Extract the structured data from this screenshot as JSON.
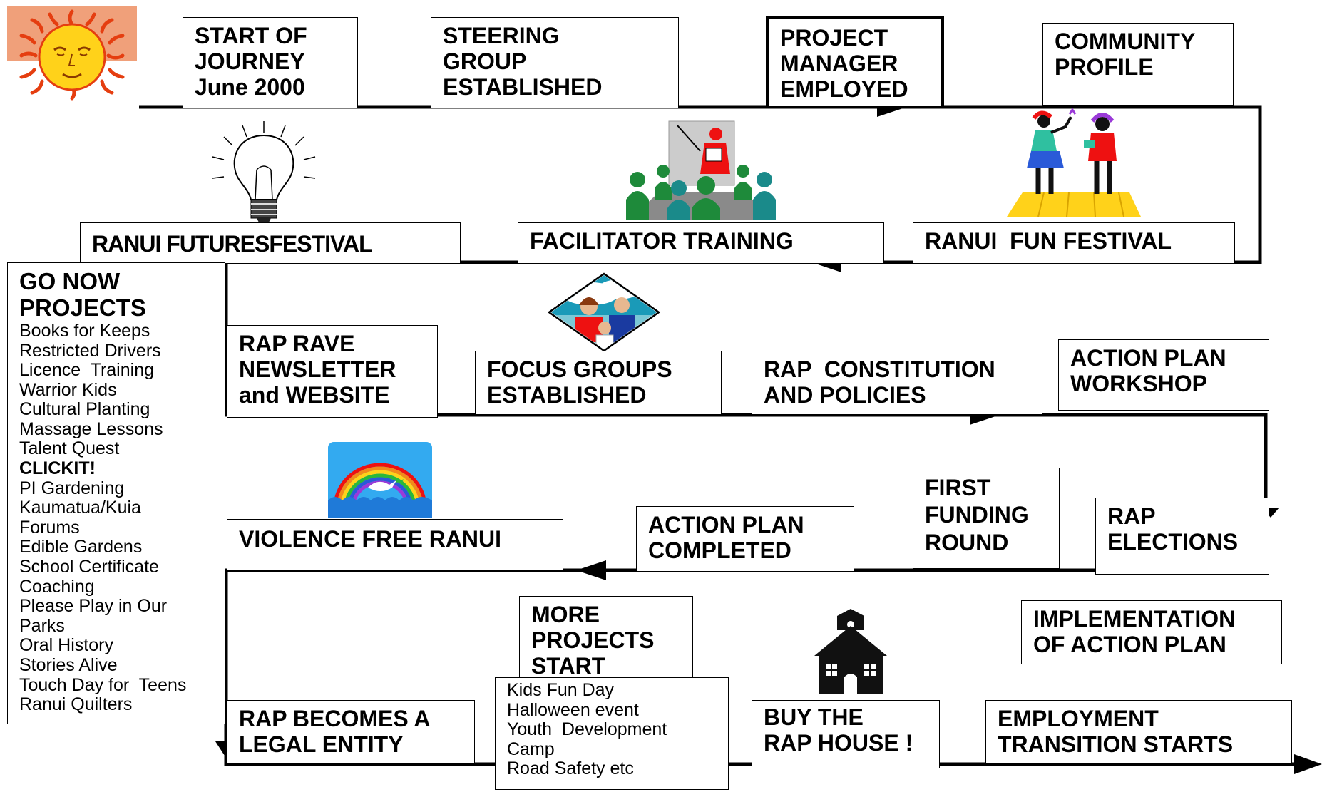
{
  "steps": {
    "start": [
      "START OF",
      "JOURNEY",
      "June 2000"
    ],
    "steering": [
      "STEERING",
      "GROUP",
      "ESTABLISHED"
    ],
    "manager": [
      "PROJECT",
      "MANAGER",
      "EMPLOYED"
    ],
    "profile": [
      "COMMUNITY",
      "PROFILE"
    ],
    "fun_festival": [
      "RANUI  FUN FESTIVAL"
    ],
    "facilitator": [
      "FACILITATOR TRAINING"
    ],
    "futures": [
      "RANUI FUTURESFESTIVAL"
    ],
    "rave": [
      "RAP RAVE",
      "NEWSLETTER",
      "and WEBSITE"
    ],
    "focus": [
      "FOCUS GROUPS",
      "ESTABLISHED"
    ],
    "constitution": [
      "RAP  CONSTITUTION",
      "AND POLICIES"
    ],
    "workshop": [
      "ACTION PLAN",
      "WORKSHOP"
    ],
    "elections": [
      "RAP",
      "ELECTIONS"
    ],
    "funding": [
      "FIRST",
      "FUNDING",
      "ROUND"
    ],
    "completed": [
      "ACTION PLAN",
      "COMPLETED"
    ],
    "violence": [
      "VIOLENCE FREE RANUI"
    ],
    "legal": [
      "RAP BECOMES A",
      "LEGAL ENTITY"
    ],
    "more": [
      "MORE",
      "PROJECTS",
      "START"
    ],
    "house": [
      "BUY THE",
      "RAP HOUSE !"
    ],
    "employment": [
      "EMPLOYMENT",
      "TRANSITION STARTS"
    ],
    "implementation": [
      "IMPLEMENTATION",
      "OF ACTION PLAN"
    ]
  },
  "go_now": {
    "heading": [
      "GO NOW",
      "PROJECTS"
    ],
    "items": [
      "Books for Keeps",
      "Restricted Drivers",
      "Licence  Training",
      "Warrior Kids",
      "Cultural Planting",
      "Massage Lessons",
      "Talent Quest",
      "CLICKIT!",
      "PI Gardening",
      "Kaumatua/Kuia",
      "Forums",
      "Edible Gardens",
      "School Certificate",
      "Coaching",
      "Please Play in Our",
      "Parks",
      "Oral History",
      "Stories Alive",
      "Touch Day for  Teens",
      "Ranui Quilters"
    ]
  },
  "more_projects": {
    "items": [
      "Kids Fun Day",
      "Halloween event",
      "Youth  Development",
      "Camp",
      "Road Safety etc"
    ]
  },
  "icons": [
    "sun-icon",
    "lightbulb-icon",
    "presentation-icon",
    "dancers-icon",
    "family-icon",
    "rainbow-dove-icon",
    "schoolhouse-icon"
  ]
}
